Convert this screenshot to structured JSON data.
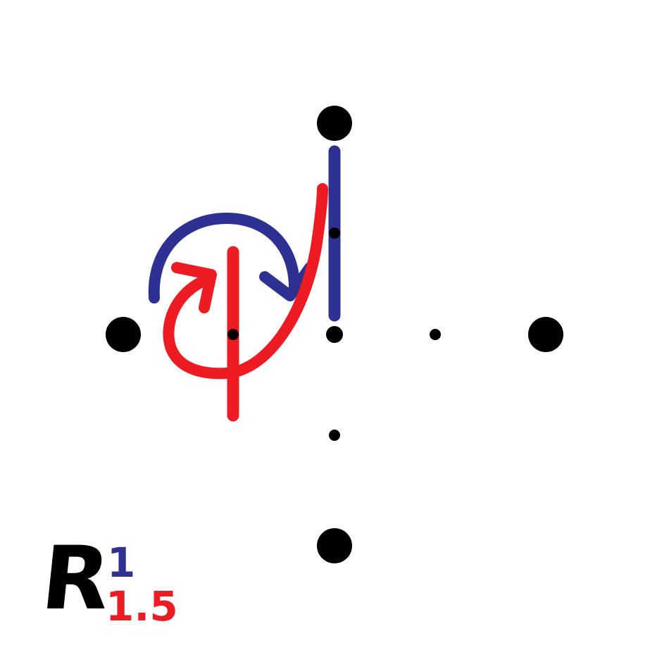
{
  "colors": {
    "ink": "#000000",
    "blue": "#2e3192",
    "red": "#ed1c24",
    "background": "#ffffff"
  },
  "labels": {
    "main": "R",
    "blue_value": "1",
    "red_value": "1.5"
  }
}
